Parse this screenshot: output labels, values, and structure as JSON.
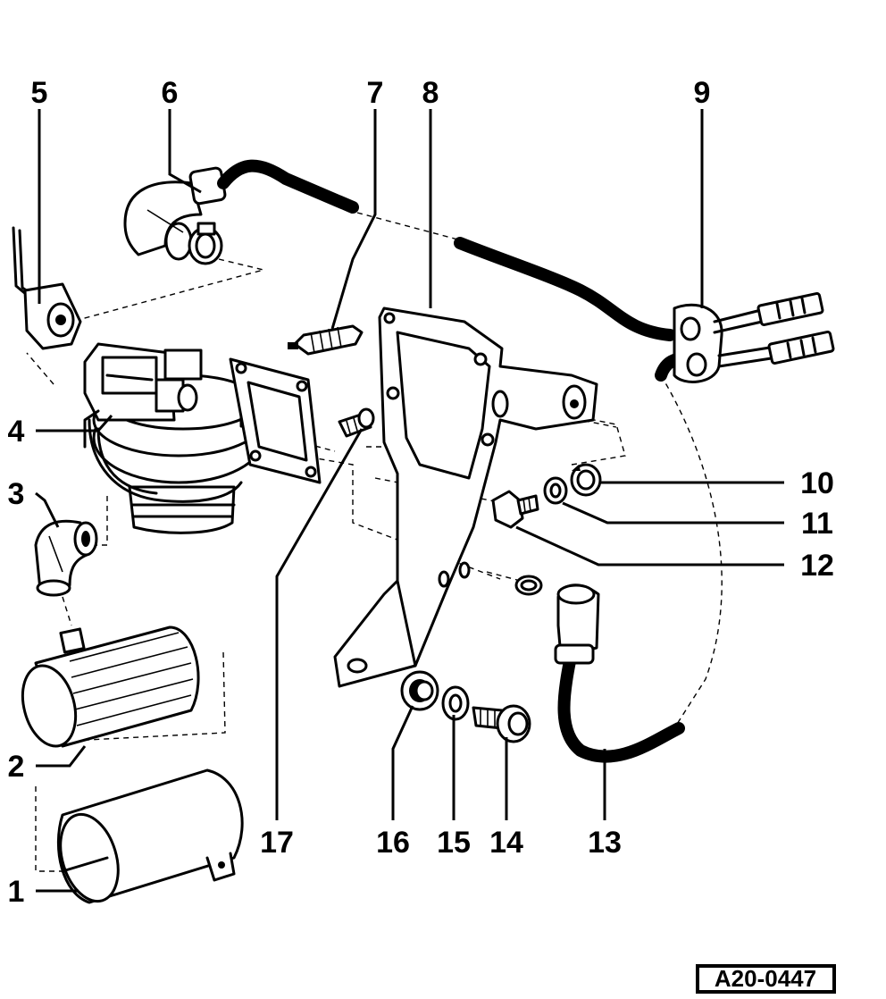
{
  "diagram": {
    "reference": "A20-0447",
    "callouts": [
      "1",
      "2",
      "3",
      "4",
      "5",
      "6",
      "7",
      "8",
      "9",
      "10",
      "11",
      "12",
      "13",
      "14",
      "15",
      "16",
      "17"
    ]
  }
}
